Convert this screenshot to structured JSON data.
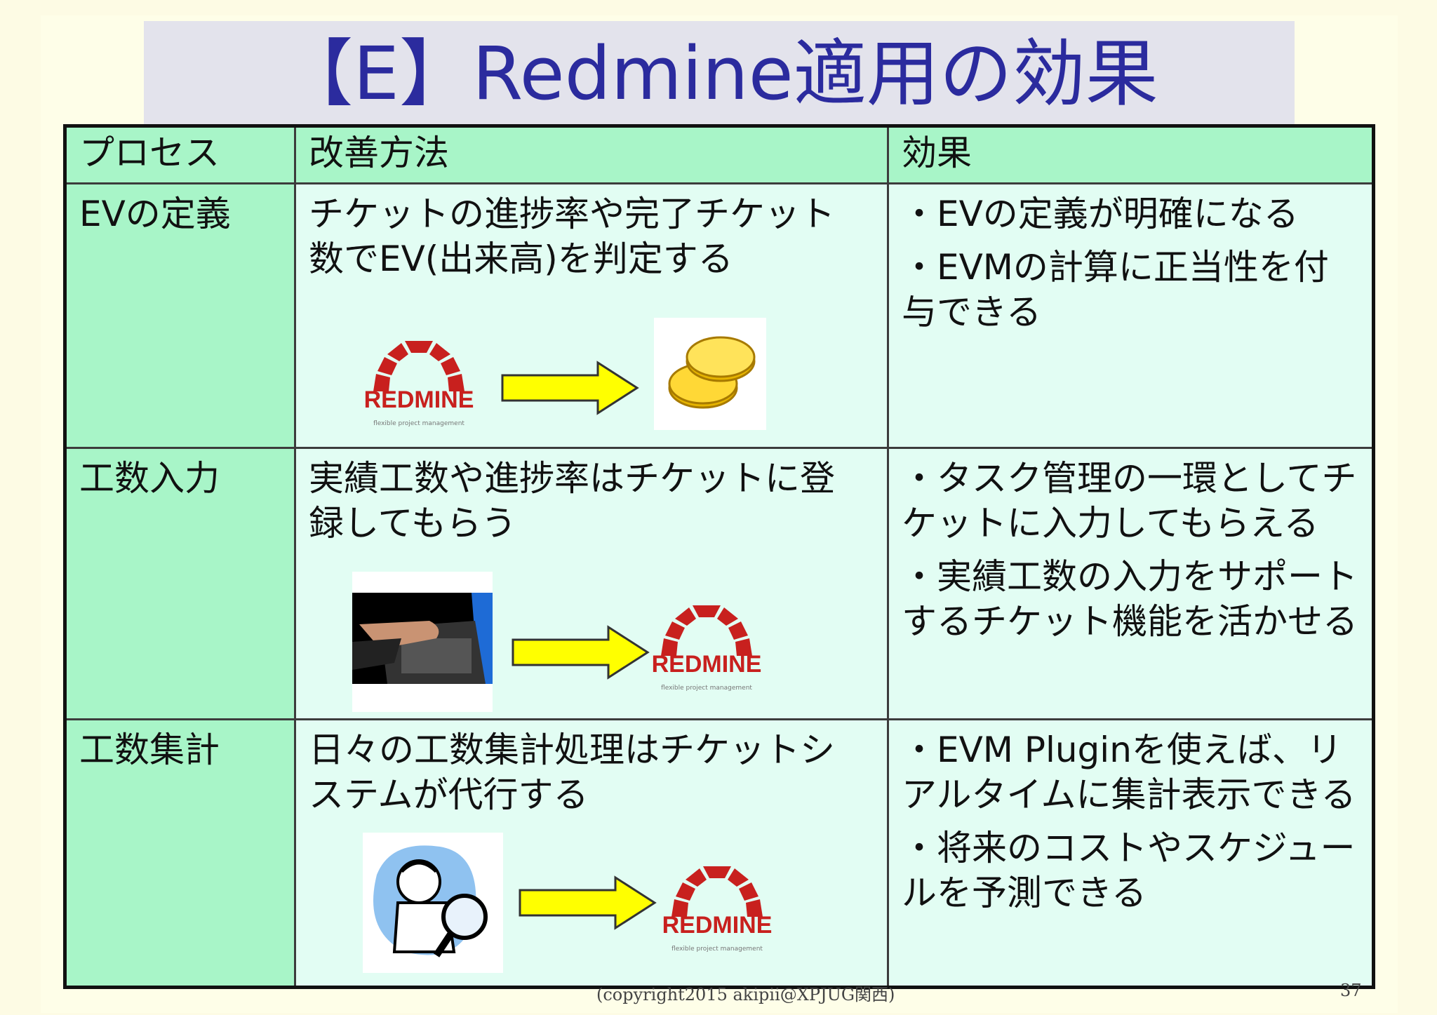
{
  "title": "【E】Redmine適用の効果",
  "table": {
    "headers": [
      "プロセス",
      "改善方法",
      "効果"
    ],
    "rows": [
      {
        "process": "EVの定義",
        "method": "チケットの進捗率や完了チケット数でEV(出来高)を判定する",
        "effects": [
          "・EVの定義が明確になる",
          "・EVMの計算に正当性を付与できる"
        ]
      },
      {
        "process": "工数入力",
        "method": "実績工数や進捗率はチケットに登録してもらう",
        "effects": [
          "・タスク管理の一環としてチケットに入力してもらえる",
          "・実績工数の入力をサポートするチケット機能を活かせる"
        ]
      },
      {
        "process": "工数集計",
        "method": "日々の工数集計処理はチケットシステムが代行する",
        "effects": [
          "・EVM Pluginを使えば、リアルタイムに集計表示できる",
          "・将来のコストやスケジュールを予測できる"
        ]
      }
    ]
  },
  "logo": {
    "text": "REDMINE",
    "tagline": "flexible project management"
  },
  "footer": "(copyright2015 akipii@XPJUG関西)",
  "page_number": "37",
  "colors": {
    "title": "#2b2b9e",
    "header_bg": "#a8f5c8",
    "cell_bg": "#e2fdf3",
    "arrow": "#ffff00",
    "logo_red": "#c8201e"
  }
}
